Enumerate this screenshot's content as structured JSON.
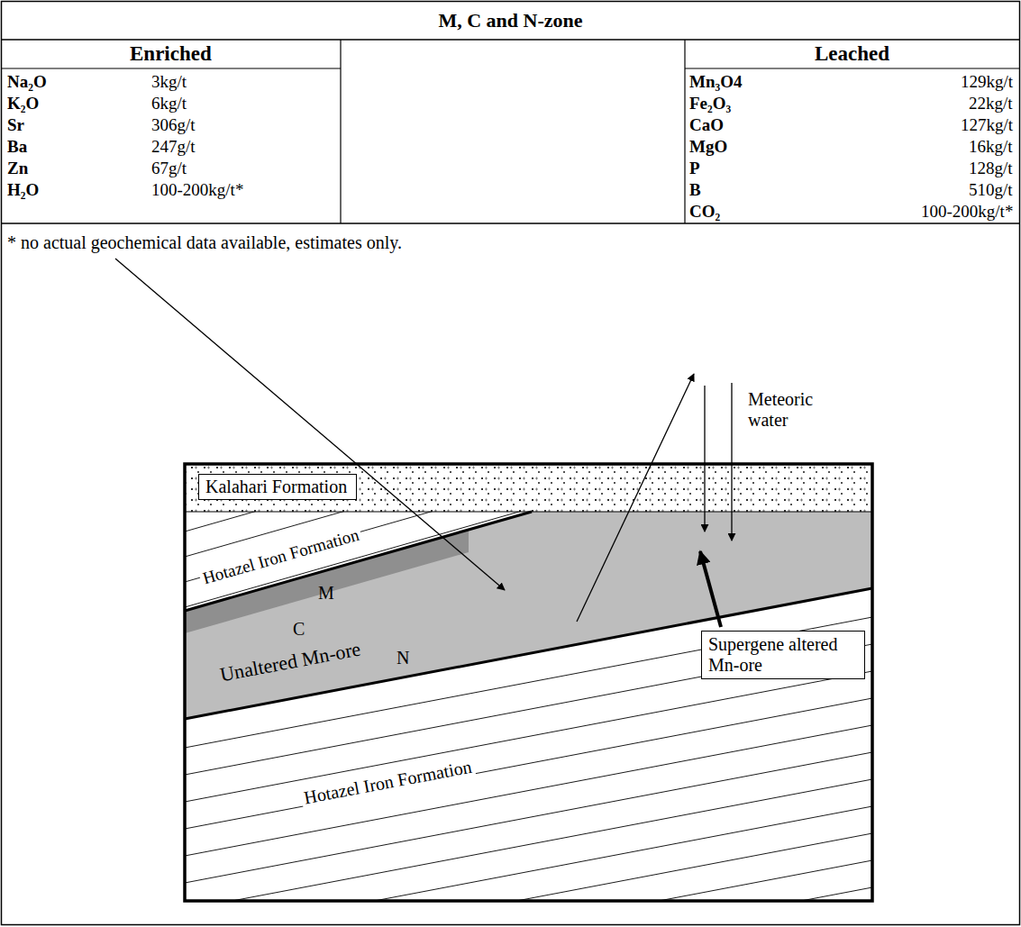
{
  "diagram": {
    "title": "M, C and N-zone",
    "nodes": [
      {
        "text": [
          "Kalahari Formation"
        ]
      },
      {
        "text": [
          "Supergene altered Mn-ore"
        ]
      }
    ],
    "labels": [
      "Enriched",
      "Na₂O",
      "3kg/t",
      "K₂O",
      "6kg/t",
      "Sr",
      "306g/t",
      "Ba",
      "247g/t",
      "Zn",
      "67g/t",
      "H₂O",
      "100-200kg/t*",
      "Leached",
      "Mn₃O4",
      "129kg/t",
      "Fe₂O₃",
      "22kg/t",
      "CaO",
      "127kg/t",
      "MgO",
      "16kg/t",
      "P",
      "128g/t",
      "B",
      "510g/t",
      "CO₂",
      "100-200kg/t*",
      "* no actual geochemical data available, estimates only.",
      "Meteoric water",
      "Hotazel Iron Formation",
      "M",
      "C",
      "Unaltered Mn-ore",
      "N",
      "Hotazel Iron Formation"
    ]
  }
}
